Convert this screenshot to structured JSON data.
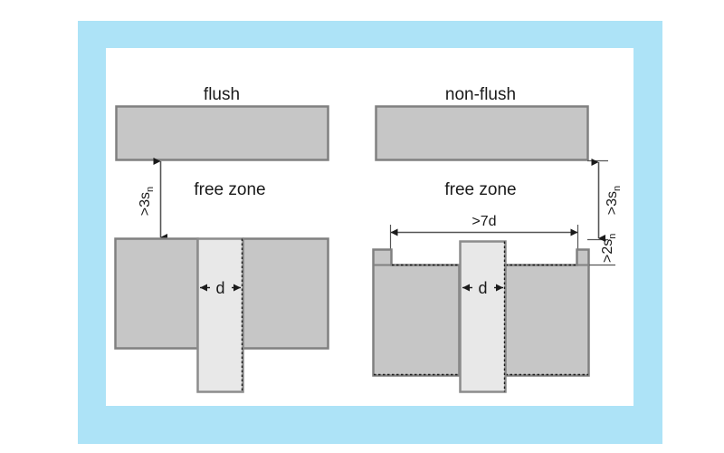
{
  "figure": {
    "background_color": "#ffffff",
    "frame_color": "#ade3f7",
    "panel_color": "#ffffff",
    "block_fill": "#c6c6c6",
    "block_stroke": "#808080",
    "sensor_fill": "#e8e8e8",
    "sensor_stroke": "#8c8c8c",
    "dim_line_color": "#555555",
    "text_color": "#1a1a1a"
  },
  "left_panel": {
    "title": "flush",
    "free_zone_label": "free zone",
    "vertical_clearance": {
      "value": ">3s",
      "subscript": "n"
    },
    "sensor_diameter_label": "d"
  },
  "right_panel": {
    "title": "non-flush",
    "free_zone_label": "free zone",
    "vertical_clearance": {
      "value": ">3s",
      "subscript": "n"
    },
    "lateral_clearance": {
      "value": ">2s",
      "subscript": "n"
    },
    "recess_width": {
      "value": ">7d"
    },
    "sensor_diameter_label": "d"
  }
}
